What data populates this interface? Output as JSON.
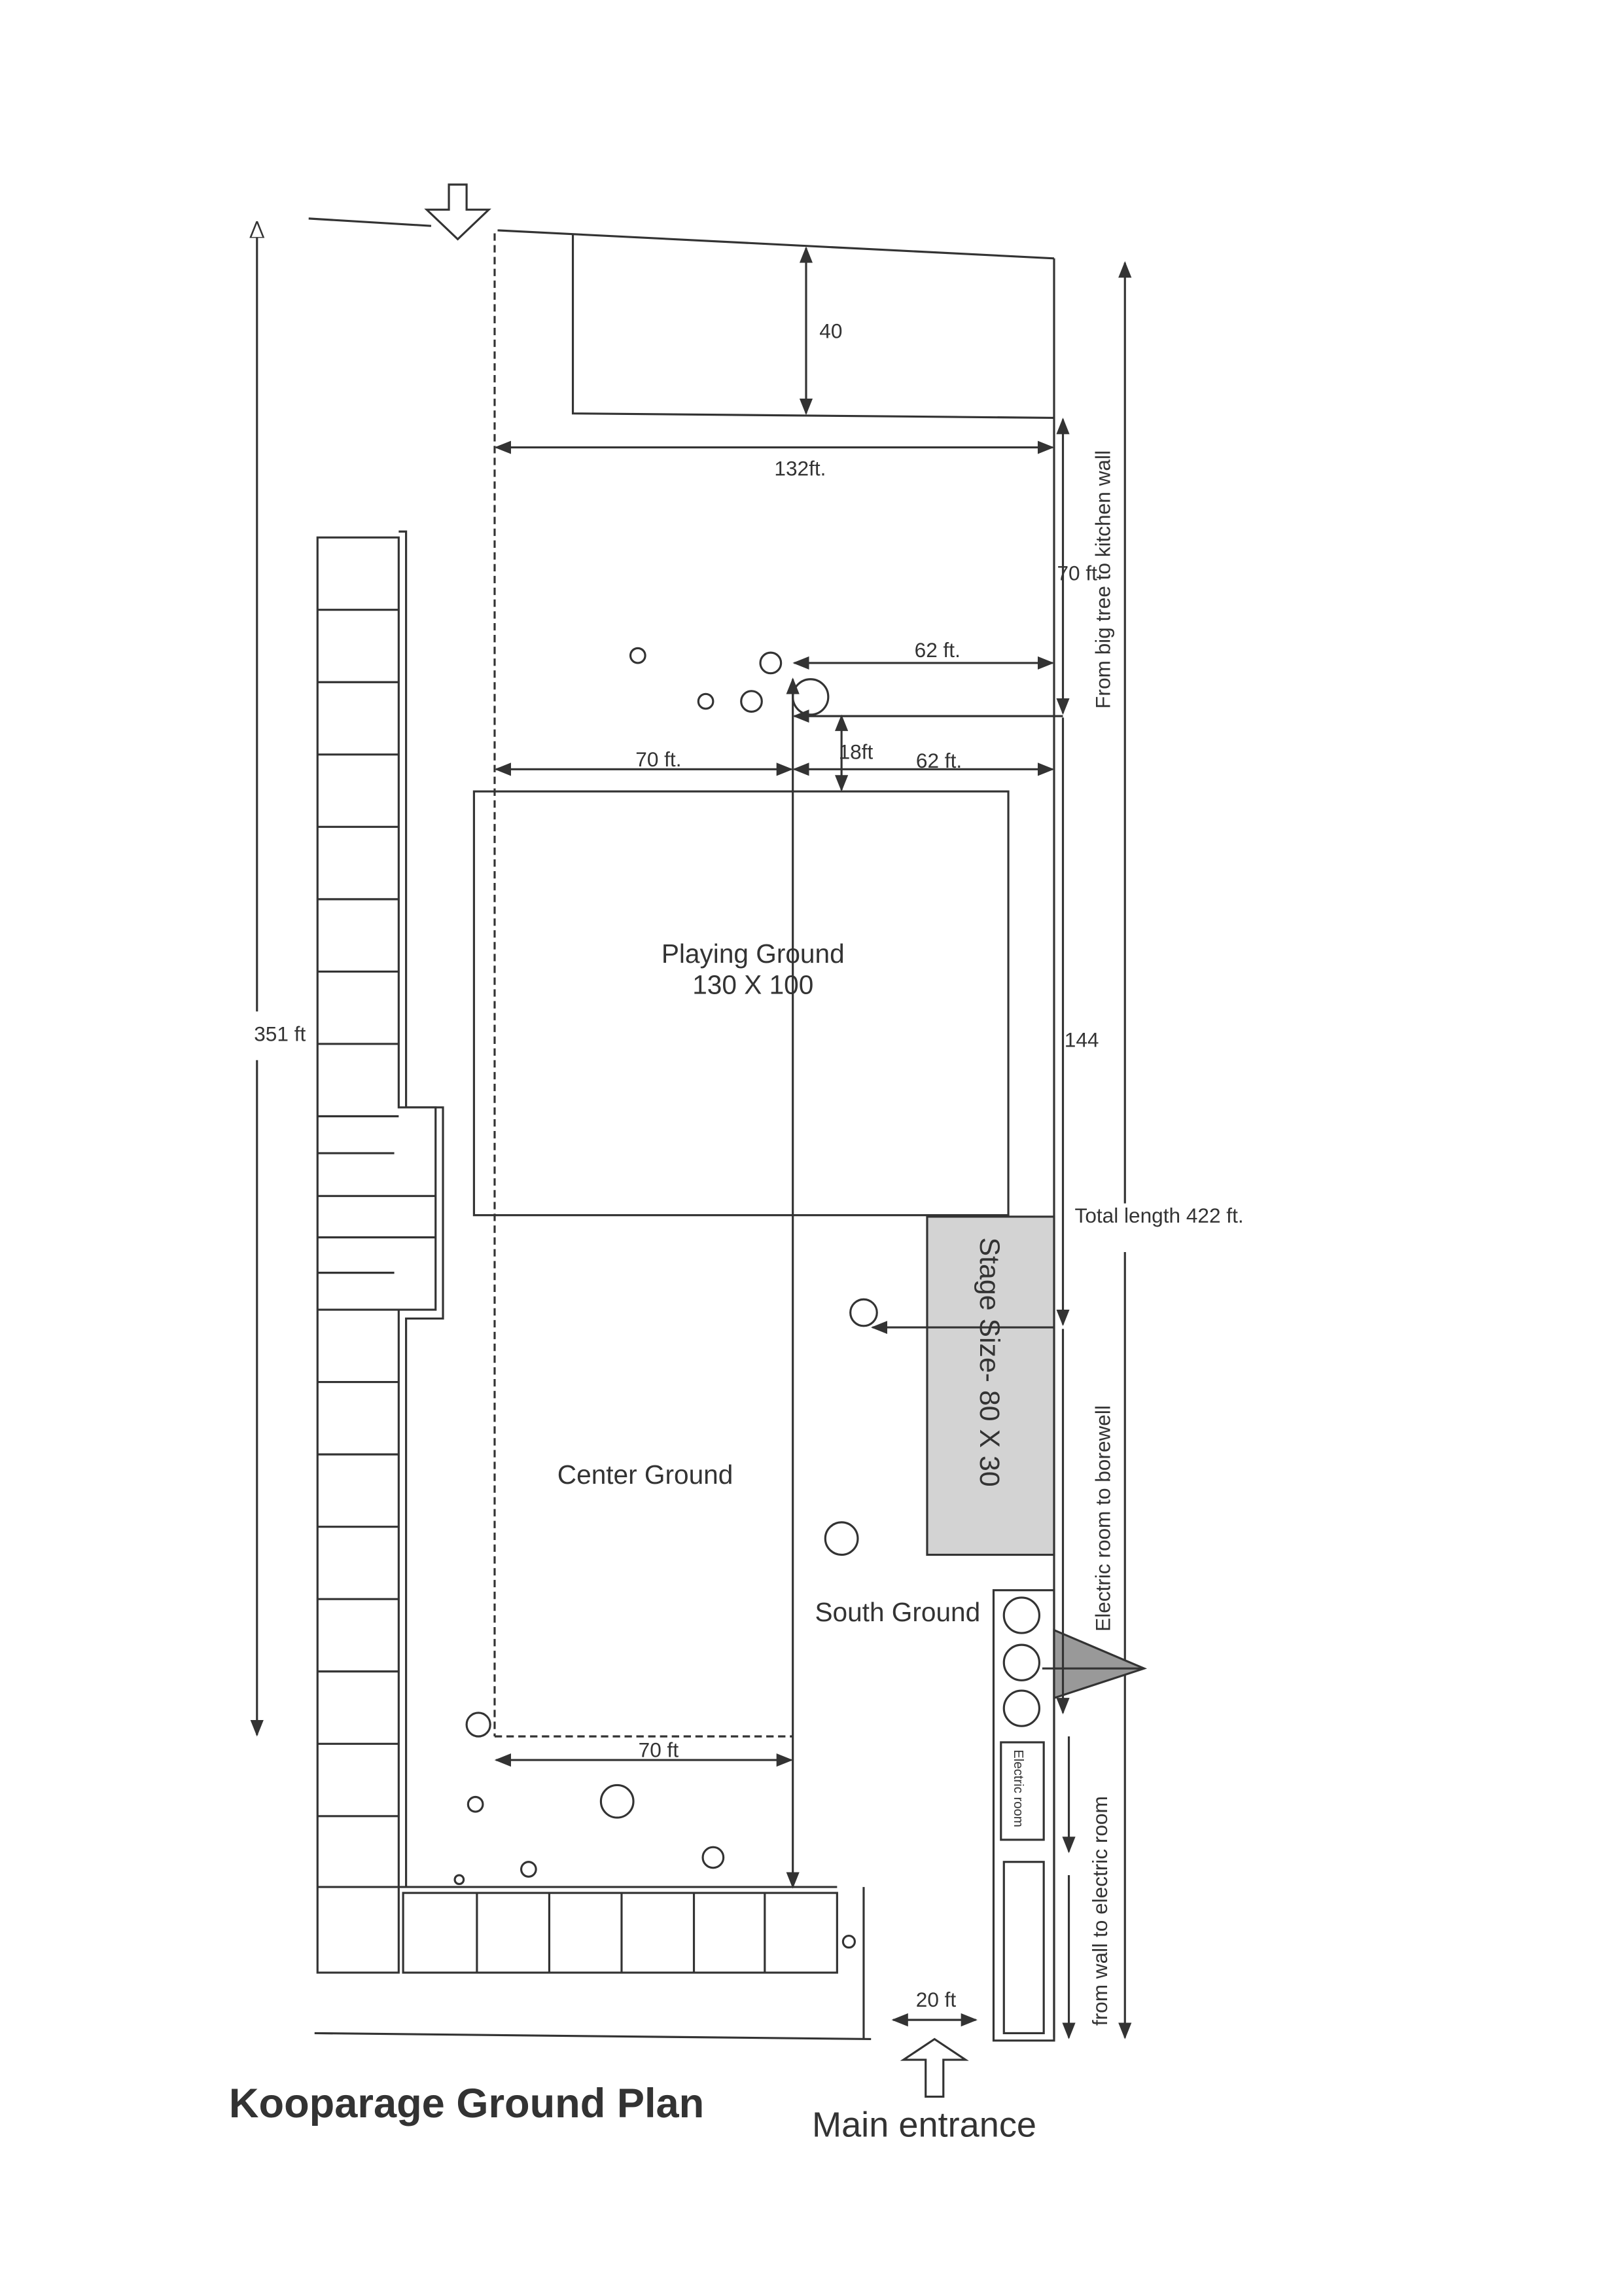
{
  "title": "Kooparage Ground Plan",
  "entrance_label": "Main entrance",
  "areas": {
    "playing_ground": "Playing Ground",
    "playing_ground_size": "130 X 100",
    "center_ground": "Center Ground",
    "south_ground": "South Ground",
    "stage": "Stage Size- 80 X 30",
    "electric_room": "Electric room"
  },
  "dimensions": {
    "top_block": "40",
    "width_total": "132ft.",
    "tree_to_kitchen": "70 ft",
    "tree_to_kitchen_label": "From big tree to kitchen wall",
    "tree_to_east_a": "62 ft.",
    "tree_to_ground": "18ft",
    "west_offset": "70 ft.",
    "tree_to_east_b": "62 ft.",
    "east_length": "144",
    "total_length": "Total length 422 ft.",
    "west_length": "351 ft",
    "south_width": "70 ft",
    "electric_to_borewell": "Electric room to borewell",
    "wall_to_electric": "from wall to electric room",
    "gate_width": "20 ft"
  },
  "colors": {
    "line": "#333333",
    "stage_fill": "#d3d3d3"
  }
}
